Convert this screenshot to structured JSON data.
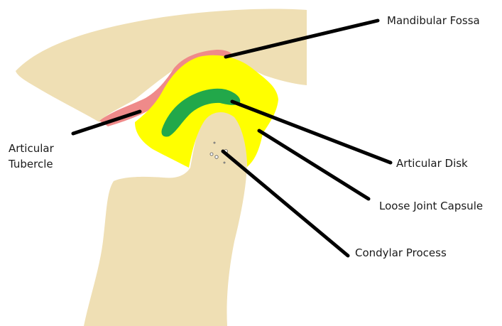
{
  "labels": {
    "mandibular_fossa": "Mandibular Fossa",
    "articular_tubercle_line1": "Articular",
    "articular_tubercle_line2": "Tubercle",
    "articular_disk": "Articular Disk",
    "loose_joint_capsule": "Loose Joint Capsule",
    "condylar_process": "Condylar Process"
  },
  "colors": {
    "bone": "#efdfb4",
    "cartilage": "#ef8a8a",
    "capsule": "#ffff00",
    "disk": "#22a84a",
    "leader_line": "#000000",
    "background": "#ffffff"
  }
}
